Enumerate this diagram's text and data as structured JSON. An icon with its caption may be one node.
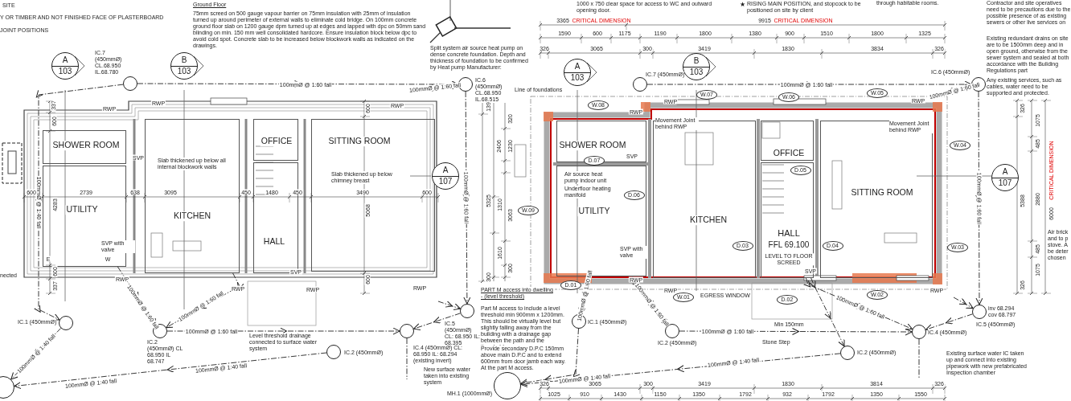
{
  "diagram": {
    "nodes": [
      {
        "text": [
          "SHOWER ROOM"
        ]
      },
      {
        "text": [
          "UTILITY"
        ]
      },
      {
        "text": [
          "KITCHEN"
        ]
      },
      {
        "text": [
          "OFFICE"
        ]
      },
      {
        "text": [
          "HALL"
        ]
      },
      {
        "text": [
          "SITTING ROOM"
        ]
      },
      {
        "text": [],
        "shape": "circle",
        "beside": [
          "IC.7 (450mmØ) CL.68.950 IL.68.780"
        ]
      },
      {
        "text": [],
        "shape": "circle",
        "beside": [
          "IC.6 (450mmØ) CL.68.950 IL.68.515"
        ]
      },
      {
        "text": [],
        "shape": "circle",
        "beside": [
          "IC.1 (450mmØ)"
        ]
      },
      {
        "text": [],
        "shape": "circle",
        "beside": [
          "IC.2 (450mmØ) CL 68.950 IL 68.747"
        ]
      },
      {
        "text": [],
        "shape": "circle",
        "beside": [
          "IC.2 (450mmØ)"
        ]
      },
      {
        "text": [],
        "shape": "circle",
        "beside": [
          "IC.5 (450mmØ) CL: 68.950 IL: 68.395"
        ]
      },
      {
        "text": [],
        "shape": "circle",
        "beside": [
          "IC.4 (450mmØ) CL: 68.950 IL: 68.294 (existing invert)"
        ]
      },
      {
        "text": [],
        "shape": "circle"
      },
      {
        "text": [
          "SHOWER ROOM"
        ]
      },
      {
        "text": [
          "UTILITY"
        ]
      },
      {
        "text": [
          "KITCHEN"
        ]
      },
      {
        "text": [
          "OFFICE"
        ]
      },
      {
        "text": [
          "HALL",
          "FFL 69.100",
          "LEVEL TO FLOOR SCREED"
        ]
      },
      {
        "text": [
          "SITTING ROOM"
        ]
      },
      {
        "text": [],
        "shape": "circle",
        "beside": [
          "IC.7 (450mmØ)"
        ]
      },
      {
        "text": [],
        "shape": "circle",
        "beside": [
          "IC.6 (450mmØ)"
        ]
      },
      {
        "text": [],
        "shape": "circle",
        "beside": [
          "IC.1 (450mmØ)"
        ]
      },
      {
        "text": [],
        "shape": "circle",
        "beside": [
          "IC.2 (450mmØ)"
        ]
      },
      {
        "text": [],
        "shape": "circle",
        "beside": [
          "IC.2 (450mmØ)"
        ]
      },
      {
        "text": [],
        "shape": "circle",
        "beside": [
          "IC.4 (450mmØ)"
        ]
      },
      {
        "text": [],
        "shape": "circle",
        "beside": [
          "inv 68.294 cov 68.797",
          "IC.5 (450mmØ)"
        ]
      },
      {
        "text": [],
        "shape": "circle",
        "beside": [
          "MH.1 (1000mmØ)"
        ]
      },
      {
        "text": [
          "A",
          "103"
        ]
      },
      {
        "text": [
          "B",
          "103"
        ]
      },
      {
        "text": [
          "A",
          "107"
        ]
      },
      {
        "text": [
          "A",
          "103"
        ]
      },
      {
        "text": [
          "B",
          "103"
        ]
      },
      {
        "text": [
          "A",
          "107"
        ]
      },
      {
        "text": [
          "W.08"
        ]
      },
      {
        "text": [
          "W.07"
        ]
      },
      {
        "text": [
          "W.06"
        ]
      },
      {
        "text": [
          "W.05"
        ]
      },
      {
        "text": [
          "W.04"
        ]
      },
      {
        "text": [
          "W.09"
        ]
      },
      {
        "text": [
          "W.03"
        ]
      },
      {
        "text": [
          "W.02"
        ]
      },
      {
        "text": [
          "W.01"
        ]
      },
      {
        "text": [
          "D.07"
        ]
      },
      {
        "text": [
          "D.06"
        ],
        "in": 15
      },
      {
        "text": [
          "D.05"
        ],
        "in": 18
      },
      {
        "text": [
          "D.03"
        ],
        "in": 16
      },
      {
        "text": [
          "D.04"
        ],
        "in": 19
      },
      {
        "text": [
          "D.02"
        ]
      },
      {
        "text": [
          "D.01"
        ]
      }
    ],
    "edges": [
      {
        "from": 6,
        "to": 7,
        "arrow": "to",
        "label": "100mmØ @ 1:60 fall"
      },
      {
        "from": 7,
        "to": 11,
        "arrow": "to",
        "label": "100mmØ @ 1:60 fall"
      },
      {
        "from": 11,
        "to": 12,
        "arrow": "to"
      },
      {
        "from": 9,
        "to": 12,
        "arrow": "to",
        "label": "100mmØ @ 1:60 fall"
      },
      {
        "from": 6,
        "to": 8,
        "arrow": "to",
        "label": "100mmØ @ 1:40 fall"
      },
      {
        "from": 8,
        "to": 13,
        "arrow": "to",
        "label": "100mmØ @ 1:40 fall"
      },
      {
        "from": 10,
        "to": 13,
        "arrow": "to",
        "label": "100mmØ @ 1:40 fall"
      },
      {
        "from": 12,
        "to": null,
        "arrow": "none"
      },
      {
        "from": 20,
        "to": 21,
        "arrow": "to",
        "label": "100mmØ @ 1:60 fall"
      },
      {
        "from": 21,
        "to": 26,
        "arrow": "to",
        "label": "100mmØ @ 1:60 fall"
      },
      {
        "from": 26,
        "to": 25,
        "arrow": "to"
      },
      {
        "from": 23,
        "to": 25,
        "arrow": "to",
        "label": "100mmØ @ 1:60 fall"
      },
      {
        "from": 22,
        "to": 27,
        "arrow": "to"
      },
      {
        "from": 24,
        "to": 27,
        "arrow": "to",
        "label": "100mmØ @ 1:40 fall"
      },
      {
        "from": 25,
        "to": null,
        "arrow": "none"
      },
      {
        "from": 1,
        "to": 9,
        "arrow": "to",
        "label": "100mmØ @ 1:60 fall"
      },
      {
        "from": 2,
        "to": 9,
        "arrow": "to",
        "label": "100mmØ @ 1:60 fall"
      },
      {
        "from": null,
        "to": 7,
        "arrow": "to",
        "label": "100mmØ @ 1:60 fall"
      },
      {
        "from": null,
        "to": 11,
        "arrow": "to"
      },
      {
        "from": null,
        "to": 21,
        "arrow": "to",
        "label": "100mmØ @ 1:60 fall"
      },
      {
        "from": 15,
        "to": 22,
        "arrow": "to",
        "label": "100mmØ @ 1:60 fall"
      },
      {
        "from": 15,
        "to": 23,
        "arrow": "to",
        "label": "100mmØ @ 1:60 fall"
      },
      {
        "from": 18,
        "to": 25,
        "arrow": "to",
        "label": "100mmØ @ 1:60 fall"
      },
      {
        "from": null,
        "to": 26,
        "arrow": "to"
      },
      {
        "from": 18,
        "to": 24,
        "arrow": "to"
      }
    ],
    "labels": [
      "SITE",
      "Y OR TIMBER AND NOT FINISHED FACE OF PLASTERBOARD",
      "JOINT POSITIONS",
      "Ground Floor",
      "75mm screed on 500 gauge vapour barrier on 75mm insulation with 25mm of insulation turned up around perimeter of external walls to eliminate cold bridge. On 100mm concrete ground floor slab on 1200 gauge dpm turned up at edges and lapped with dpc on 50mm sand blinding on min. 150 mm well consolidated hardcore. Ensure insulation block below dpc to avoid cold spot. Concrete slab to be increased below blockwork walls as indicated on the drawings.",
      "Split system air source heat pump on dense concrete foundation. Depth and thickness of foundation to be confirmed by Heat pump Manufacturer:",
      "Slab thickened up below all internal blockwork walls",
      "Slab thickened up below chimney breast",
      "SVP with valve",
      "Level threshold drainage connected to surface water system",
      "New surface water taken into existing system",
      "nected",
      "1000 x 750 clear space for access to WC and outward opening door.",
      "RISING MAIN POSITION, and stopcock to be positioned on site by client",
      "through habitable rooms.",
      "Contractor and site operatives need to be precautions due to the possible presence of as existing sewers or other live services on",
      "Existing redundant drains on site are to be 1500mm deep and in open ground, otherwise from the sewer system and sealed at both accordance with the Building Regulations part",
      "Any existing services, such as cables, water need to be supported and protected.",
      "Air brick and to p stove. A be deter chosen",
      "Line of foundations",
      "Movement Joint behind RWP",
      "Movement Joint behind RWP",
      "Air source heat pump indoor unit",
      "Underfloor heating manifold",
      "SVP with valve",
      "PART M access into dwelling - (level threshold)",
      "Part M access to include a level threshold min 900mm x 1200mm. This should be virtually level but slightly falling away from the building with a drainage gap between the path and the threshold.",
      "Provide secondary D.P.C 150mm above main D.P.C and to extend 600mm from door jamb each way. At the part M access.",
      "Existing surface water IC taken up and connect into existing pipework with new prefabricated Inspection chamber",
      "Stone Step",
      "Min 150mm",
      "3365",
      "CRITICAL DIMENSION",
      "9915",
      "CRITICAL DIMENSION",
      "CRITICAL DIMENSION",
      "6000",
      "1590",
      "600",
      "1175",
      "1190",
      "1800",
      "1380",
      "900",
      "1510",
      "1800",
      "1325",
      "326",
      "3065",
      "300",
      "3419",
      "1830",
      "3834",
      "326",
      "326",
      "3065",
      "300",
      "3419",
      "1830",
      "3814",
      "326",
      "1025",
      "910",
      "1430",
      "1150",
      "1350",
      "1792",
      "932",
      "1792",
      "1350",
      "1550",
      "326",
      "1075",
      "485",
      "5388",
      "2880",
      "485",
      "1075",
      "326",
      "139",
      "320",
      "2406",
      "1230",
      "5325",
      "1310",
      "3063",
      "1610",
      "300",
      "300",
      "600",
      "2739",
      "638",
      "3095",
      "450",
      "1480",
      "450",
      "3490",
      "600",
      "337",
      "600",
      "600",
      "4283",
      "5068",
      "600",
      "600",
      "337",
      "RWP",
      "RWP",
      "RWP",
      "RWP",
      "RWP",
      "RWP",
      "RWP",
      "SVP",
      "SVP",
      "E",
      "W",
      "RWP",
      "RWP",
      "RWP",
      "SVP",
      "RWP",
      "RWP",
      "SVP",
      "RWP",
      "EGRESS WINDOW",
      "100mmØ @ 1:40 fall",
      "100mmØ @ 1:40 fall",
      "★"
    ]
  }
}
